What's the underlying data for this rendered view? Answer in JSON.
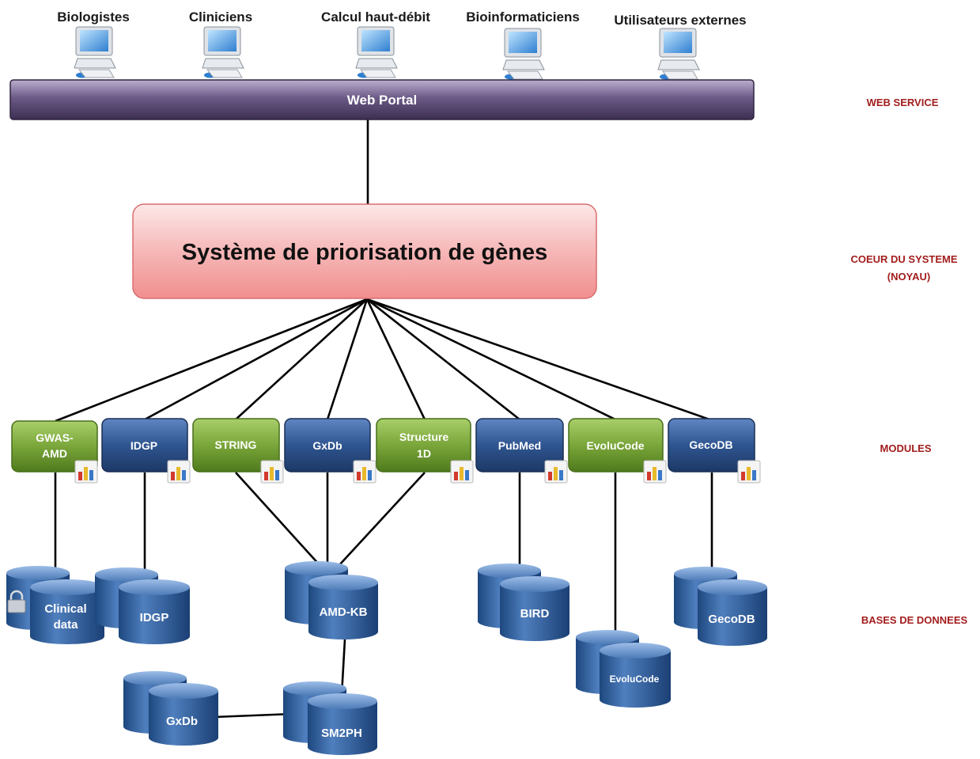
{
  "users": [
    {
      "label": "Biologistes"
    },
    {
      "label": "Cliniciens"
    },
    {
      "label": "Calcul haut-débit"
    },
    {
      "label": "Bioinformaticiens"
    },
    {
      "label": "Utilisateurs externes"
    }
  ],
  "portal": {
    "label": "Web Portal"
  },
  "core": {
    "label": "Système de priorisation de gènes"
  },
  "modules": [
    {
      "lines": [
        "GWAS-",
        "AMD"
      ],
      "color": "green"
    },
    {
      "lines": [
        "IDGP"
      ],
      "color": "blue"
    },
    {
      "lines": [
        "STRING"
      ],
      "color": "green"
    },
    {
      "lines": [
        "GxDb"
      ],
      "color": "blue"
    },
    {
      "lines": [
        "Structure",
        "1D"
      ],
      "color": "green"
    },
    {
      "lines": [
        "PubMed"
      ],
      "color": "blue"
    },
    {
      "lines": [
        "EvoluCode"
      ],
      "color": "green"
    },
    {
      "lines": [
        "GecoDB"
      ],
      "color": "blue"
    }
  ],
  "databases": {
    "clinical": {
      "lines": [
        "Clinical",
        "data"
      ]
    },
    "idgp": {
      "lines": [
        "IDGP"
      ]
    },
    "amdkb": {
      "lines": [
        "AMD-KB"
      ]
    },
    "bird": {
      "lines": [
        "BIRD"
      ]
    },
    "evolucode": {
      "lines": [
        "EvoluCode"
      ]
    },
    "gecodb": {
      "lines": [
        "GecoDB"
      ]
    },
    "gxdb": {
      "lines": [
        "GxDb"
      ]
    },
    "sm2ph": {
      "lines": [
        "SM2PH"
      ]
    }
  },
  "layers": {
    "web_service": [
      "WEB SERVICE"
    ],
    "core": [
      "COEUR DU SYSTEME",
      "(NOYAU)"
    ],
    "modules": [
      "MODULES"
    ],
    "databases": [
      "BASES DE DONNEES"
    ]
  },
  "colors": {
    "module_green": "#7aa63a",
    "module_blue": "#2f5590",
    "db_blue": "#2c5c96",
    "portal": "#5a4a72",
    "core_fill": "#f4a9a9",
    "layer_text": "#a31d1d"
  },
  "icons": {
    "user": "computer-icon",
    "module_badge": "bar-chart-icon",
    "lock": "lock-icon"
  }
}
